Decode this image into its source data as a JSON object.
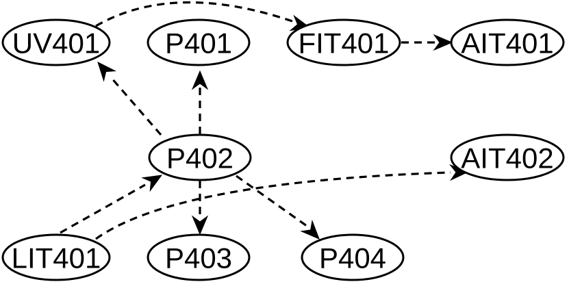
{
  "graph": {
    "nodes": [
      {
        "id": "UV401",
        "label": "UV401"
      },
      {
        "id": "P401",
        "label": "P401"
      },
      {
        "id": "FIT401",
        "label": "FIT401"
      },
      {
        "id": "AIT401",
        "label": "AIT401"
      },
      {
        "id": "P402",
        "label": "P402"
      },
      {
        "id": "AIT402",
        "label": "AIT402"
      },
      {
        "id": "LIT401",
        "label": "LIT401"
      },
      {
        "id": "P403",
        "label": "P403"
      },
      {
        "id": "P404",
        "label": "P404"
      }
    ],
    "edges": [
      {
        "from": "UV401",
        "to": "FIT401",
        "style": "dashed"
      },
      {
        "from": "FIT401",
        "to": "AIT401",
        "style": "dashed"
      },
      {
        "from": "P402",
        "to": "UV401",
        "style": "dashed"
      },
      {
        "from": "P402",
        "to": "P401",
        "style": "dashed"
      },
      {
        "from": "P402",
        "to": "P403",
        "style": "dashed"
      },
      {
        "from": "P402",
        "to": "P404",
        "style": "dashed"
      },
      {
        "from": "LIT401",
        "to": "P402",
        "style": "dashed"
      },
      {
        "from": "LIT401",
        "to": "AIT402",
        "style": "dashed"
      }
    ]
  },
  "colors": {
    "stroke": "#000000",
    "fill": "#ffffff",
    "background": "#ffffff"
  }
}
